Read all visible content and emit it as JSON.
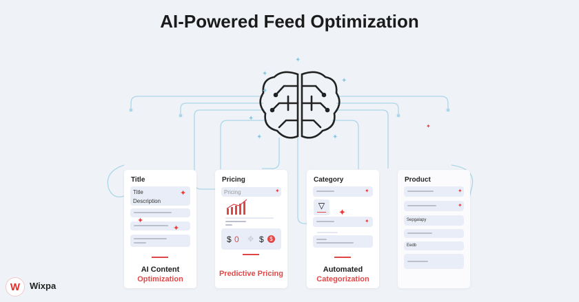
{
  "title": "AI-Powered Feed Optimization",
  "cards": [
    {
      "header": "Title",
      "field1": "Title",
      "field2": "Description",
      "caption_line1": "AI Content",
      "caption_line2": "Optimization"
    },
    {
      "header": "Pricing",
      "field1": "Pricing",
      "price1_symbol": "$",
      "price1_value": "0",
      "price2_symbol": "$",
      "price2_value": "$",
      "caption": "Predictive Pricing"
    },
    {
      "header": "Category",
      "caption_line1": "Automated",
      "caption_line2": "Categorization"
    },
    {
      "header": "Product",
      "field1": "Sepgalapy",
      "field2": "Eedb"
    }
  ],
  "brand": {
    "name": "Wixpa",
    "logo_letter": "W"
  },
  "colors": {
    "accent": "#e04848",
    "line": "#a9d3e6",
    "background": "#eff3f8"
  }
}
